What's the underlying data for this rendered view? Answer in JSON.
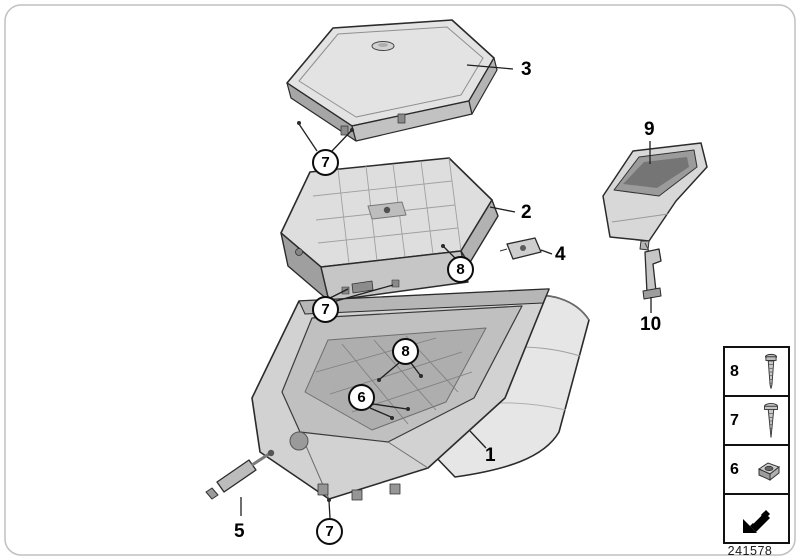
{
  "figure": {
    "number": "241578"
  },
  "palette": {
    "ink": "#1a1a1a",
    "paper": "#ffffff",
    "part_light": "#e3e3e3",
    "part_mid": "#c6c6c6",
    "part_dark": "#9f9f9f"
  },
  "callouts": {
    "one": "1",
    "two": "2",
    "three": "3",
    "four": "4",
    "five": "5",
    "nine": "9",
    "ten": "10"
  },
  "circled": {
    "six": "6",
    "seven": "7",
    "eight": "8"
  },
  "legend": {
    "items": [
      {
        "label": "8",
        "icon": "torx-screw-icon"
      },
      {
        "label": "7",
        "icon": "tapping-screw-icon"
      },
      {
        "label": "6",
        "icon": "clip-nut-icon"
      },
      {
        "label": "",
        "icon": "cross-reference-arrow-icon"
      }
    ]
  }
}
